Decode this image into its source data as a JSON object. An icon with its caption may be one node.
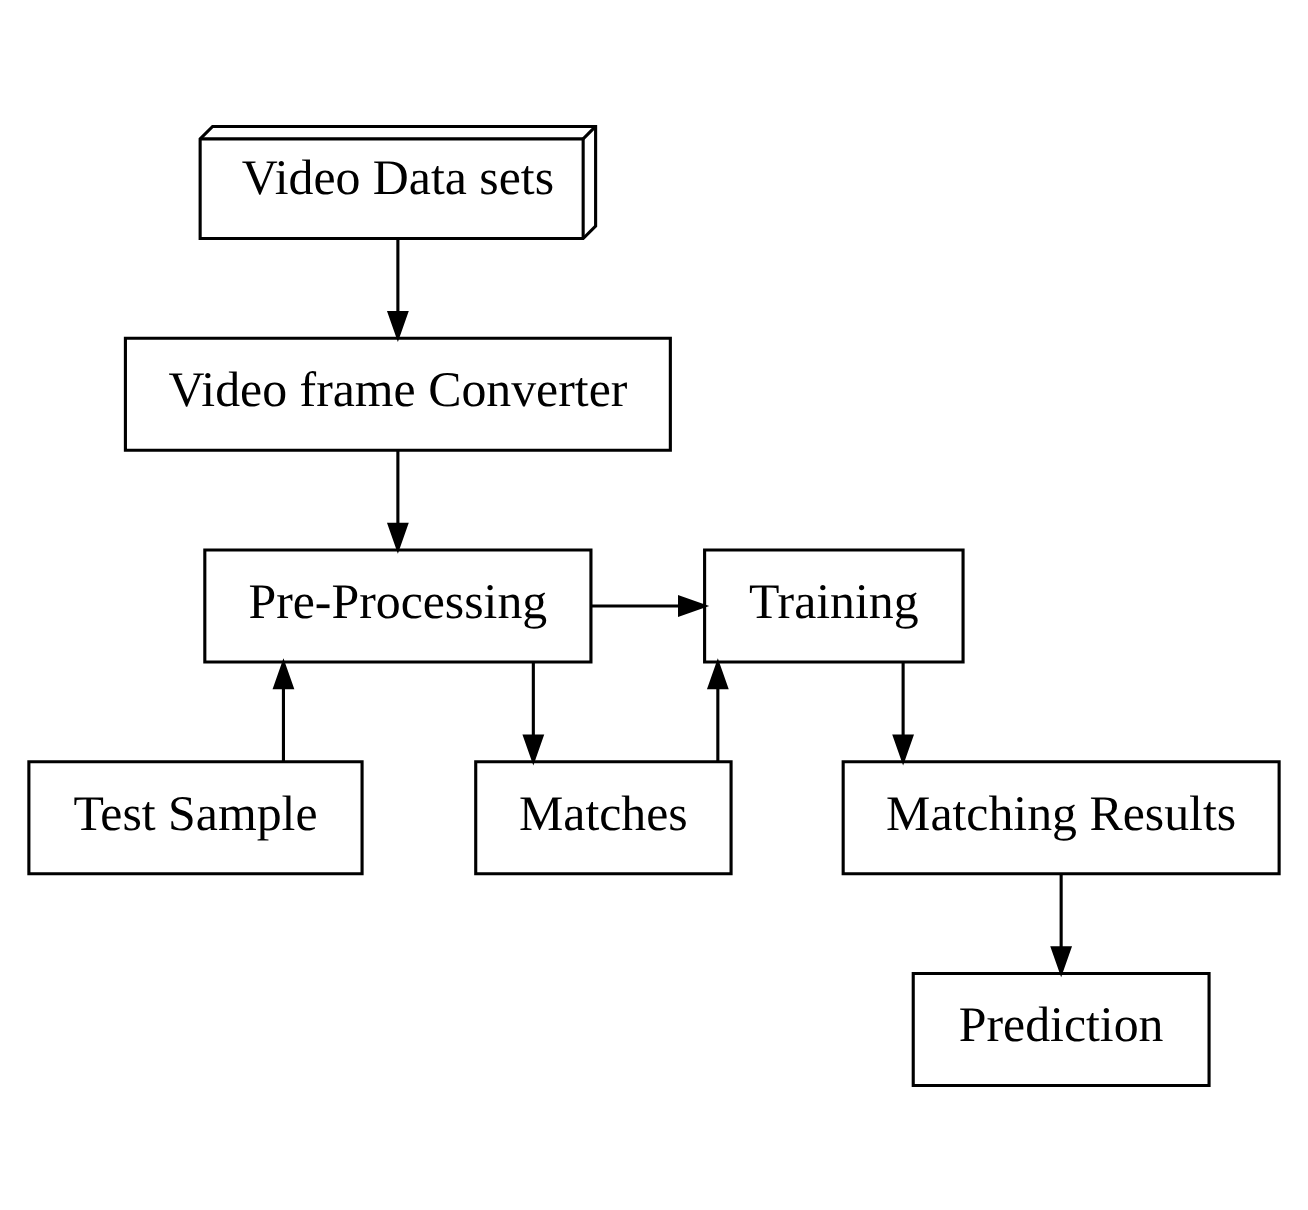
{
  "diagram": {
    "nodes": [
      {
        "text": [
          "Video Data sets"
        ]
      },
      {
        "text": [
          "Video frame Converter"
        ]
      },
      {
        "text": [
          "Pre-Processing"
        ]
      },
      {
        "text": [
          "Test Sample"
        ]
      },
      {
        "text": [
          "Matches"
        ]
      },
      {
        "text": [
          "Training"
        ]
      },
      {
        "text": [
          "Matching Results"
        ]
      },
      {
        "text": [
          "Prediction"
        ]
      }
    ],
    "edges": [
      {
        "from": 0,
        "to": 1,
        "arrow": "to"
      },
      {
        "from": 1,
        "to": 2,
        "arrow": "to"
      },
      {
        "from": 3,
        "to": 2,
        "arrow": "to"
      },
      {
        "from": 2,
        "to": 4,
        "arrow": "to"
      },
      {
        "from": 2,
        "to": 5,
        "arrow": "to"
      },
      {
        "from": 4,
        "to": 5,
        "arrow": "to"
      },
      {
        "from": 5,
        "to": 6,
        "arrow": "to"
      },
      {
        "from": 6,
        "to": 7,
        "arrow": "to"
      }
    ]
  }
}
